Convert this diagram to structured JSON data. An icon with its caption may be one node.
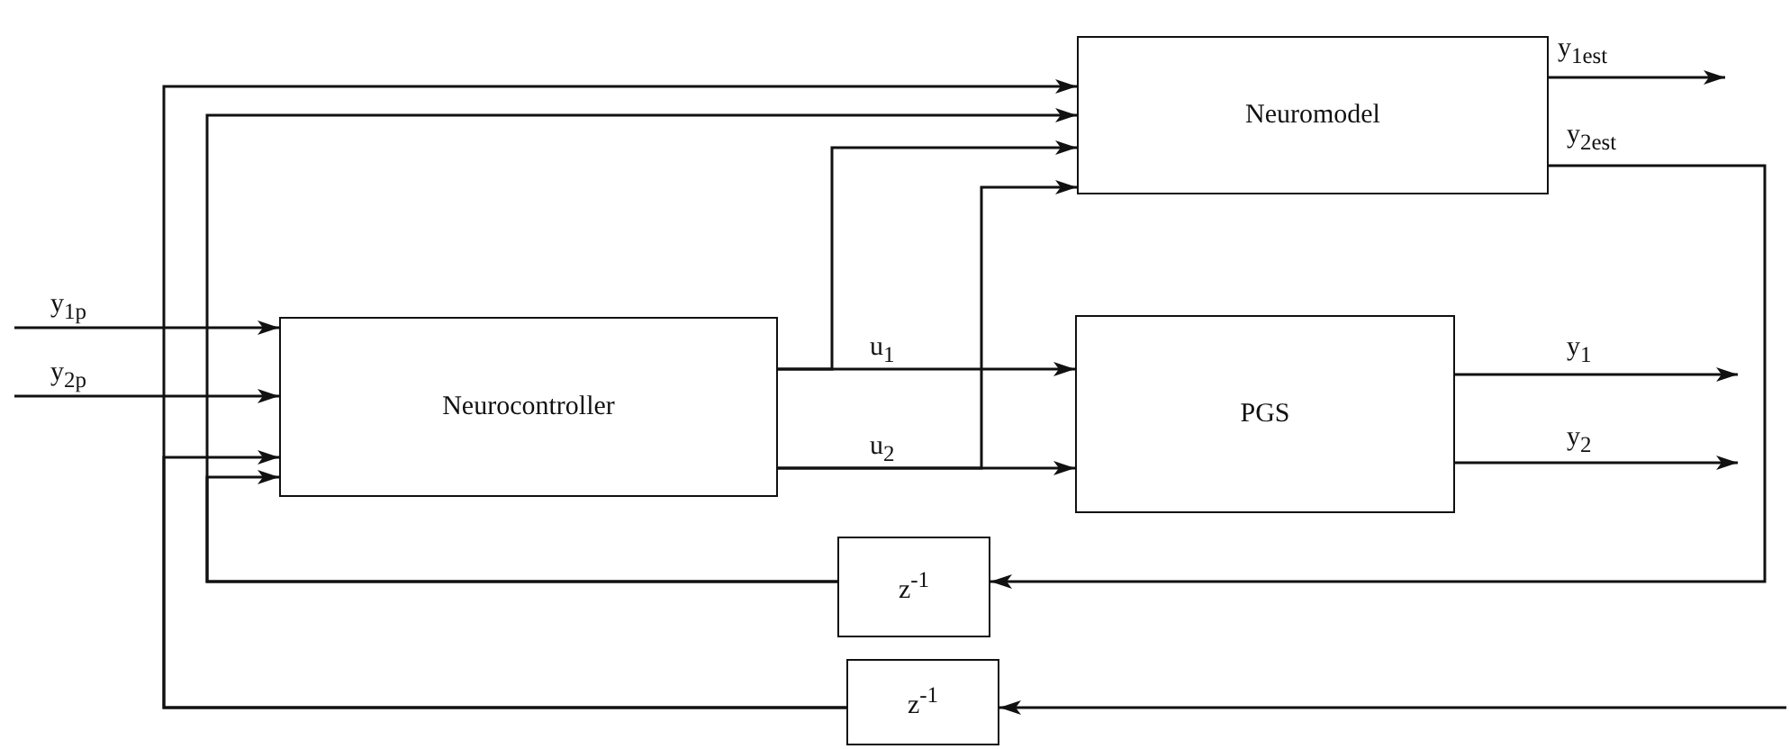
{
  "diagram": {
    "nodes": [
      {
        "text": [
          "Neuromodel"
        ]
      },
      {
        "text": [
          "Neurocontroller"
        ]
      },
      {
        "text": [
          "PGS"
        ]
      },
      {
        "text": [
          "z$^{-1}$"
        ]
      },
      {
        "text": [
          "z$^{-1}$"
        ]
      }
    ],
    "edges": [
      {
        "from": null,
        "to": 1,
        "arrow": "to",
        "label": "y$_{1p}$"
      },
      {
        "from": null,
        "to": 1,
        "arrow": "to",
        "label": "y$_{2p}$"
      },
      {
        "from": 1,
        "to": 2,
        "arrow": "to",
        "label": "u$_{1}$"
      },
      {
        "from": 1,
        "to": 0,
        "arrow": "to"
      },
      {
        "from": 1,
        "to": 2,
        "arrow": "to",
        "label": "u$_{2}$"
      },
      {
        "from": 1,
        "to": 0,
        "arrow": "to"
      },
      {
        "from": 0,
        "to": null,
        "arrow": "to",
        "label": "y$_{1est}$"
      },
      {
        "from": 0,
        "to": 3,
        "arrow": "to",
        "label": "y$_{2est}$"
      },
      {
        "from": 2,
        "to": null,
        "arrow": "to",
        "label": "y$_{1}$"
      },
      {
        "from": 2,
        "to": null,
        "arrow": "to",
        "label": "y$_{2}$"
      },
      {
        "from": 3,
        "to": 0,
        "arrow": "to"
      },
      {
        "from": 3,
        "to": 1,
        "arrow": "to"
      },
      {
        "from": 4,
        "to": 0,
        "arrow": "to"
      },
      {
        "from": 4,
        "to": 1,
        "arrow": "to"
      },
      {
        "from": null,
        "to": 4,
        "arrow": "to"
      }
    ]
  }
}
